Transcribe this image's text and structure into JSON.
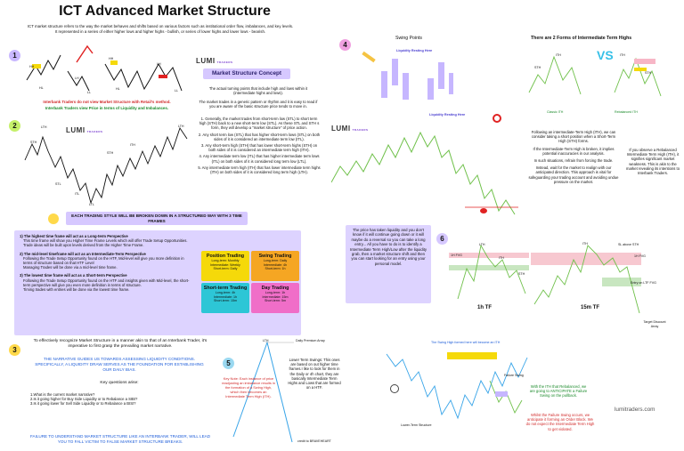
{
  "title": "ICT Advanced Market Structure",
  "intro": "ICT market structure refers to the way the market behaves and shifts based on various factors such as institutional order flow, imbalances, and key levels. It represented in a series of either higher lows and higher highs - bullish, or series of lower highs and lower lows - bearish.",
  "brand": {
    "name": "LUMI",
    "sub": "TRADERS"
  },
  "section1": {
    "number": "1",
    "labels": {
      "hh": "HH",
      "hl": "HL",
      "lh": "LH",
      "ll": "LL"
    },
    "note_red": "Interbank Traders do not view Market Structure with Retail's method.",
    "note_green": "Interbank Traders view Price in terms of Liquidity and Imbalances."
  },
  "concept": {
    "heading": "Market Structure Concept",
    "p1": "The actual turning points that include high and lows within it (intermediate highs and lows).",
    "p2": "The market trades in a generic pattern or rhythm and it is easy to read if you are aware of the basic structure price tends to move in.",
    "items": [
      "1. Generally, the market trades from short-term low (STL) to short term high (STH) back to a new short-term low (STL). As these STL and STH s form, they will develop a \"market structure\" of price action.",
      "2. Any short term low (STL) that has higher short-term lows (STL) on both sides of it is considered an intermediate term low (ITL).",
      "3. Any short-term high (STH) that has lower short-term highs (STH) on both sides of it is considered an intermediate term high (ITH).",
      "4. Any intermediate term low (ITL) that has higher intermediate term lows (ITL) on both sides of it is considered long term low (LTL).",
      "5. Any intermediate term high (ITH) that has lower intermediate term highs (ITH) on both sides of it is considered long term high (LTH)."
    ]
  },
  "section2": {
    "number": "2",
    "labels": {
      "lth": "LTH",
      "sth": "STH",
      "ith": "ITH",
      "stl": "STL",
      "itl": "ITL",
      "ltl": "LTL"
    }
  },
  "banner": "EACH TRADING STYLE WILL BE BROKEN DOWN IN A STRUCTURED WAY WITH 3 TIME FRAMES",
  "timeframes": {
    "items": [
      {
        "head": "1) The highest time frame will act as a Long-term Perspective",
        "lines": [
          "This time frame will show you Higher Time Frame Levels which will offer Trade Setup Opportunities.",
          "Trade ideas will be built upon levels derived from the Higher Time Frame."
        ]
      },
      {
        "head": "2) The mid-level timeframe will act as an Intermediate-Term Perspective",
        "lines": [
          "Following the Trade Setup Opportunity found on the HTF, Mid-level will give you more definition in terms of structure based on that HTF Level",
          "Managing Trades will be done via a mid-level time frame."
        ]
      },
      {
        "head": "3) The lowest time frame will act as a Short-term Perspective",
        "lines": [
          "Following the Trade Setup Opportunity found on the HTF and insights given with Mid-level, the short-term perspective will give you even more definition in terms of structure.",
          "Timing trades with entries will be done via the lowest time frame."
        ]
      }
    ]
  },
  "styles": [
    {
      "name": "Position Trading",
      "a": "Long-term: Monthly",
      "b": "Intermediate: Weekly",
      "c": "Short-term: Daily",
      "color": "#f5d90a"
    },
    {
      "name": "Swing Trading",
      "a": "Long-term: Daily",
      "b": "Intermediate: 4h",
      "c": "Short-term: 1h",
      "color": "#f5a623"
    },
    {
      "name": "Short-term Trading",
      "a": "Long-term: 4h",
      "b": "Intermediate: 1h",
      "c": "Short-term: 15m",
      "color": "#2dc6d6"
    },
    {
      "name": "Day Trading",
      "a": "Long-term: 1h",
      "b": "Intermediate: 15m",
      "c": "Short-term: 5m",
      "color": "#f06ec8"
    }
  ],
  "section3": {
    "number": "3",
    "p1": "To effectively recognize Market Structure in a manner akin to that of an Interbank Trader, it's imperative to first grasp the prevailing market narrative.",
    "p2": "THE NARRATIVE GUIDES US TOWARDS ASSESSING LIQUIDITY CONDITIONS. SPECIFICALLY, A LIQUIDITY DRAW SERVES AS THE FOUNDATION FOR ESTABLISHING OUR DAILY BIAS.",
    "q_head": "Key questions arise:",
    "q1": "1.What is the current market narrative?",
    "q2": "2.Is it going higher for Buy Side Liquidity or to Rebalance a SIBI?",
    "q3": "3.Is it going lower for Sell Side Liquidity or to Rebalance a BISI?",
    "warn": "FAILURE TO UNDERSTAND MARKET STRUCTURE LIKE AN INTERBANK TRADER, WILL LEAD YOU TO FALL VICTIM TO FALSE MARKET STRUCTURE BREAKS."
  },
  "section4": {
    "number": "4",
    "swing_title": "Swing Points",
    "liq_high": "Liquidity Resting Here",
    "liq_low": "Liquidity Resting Here",
    "forms_title": "There are 2 Forms of Intermediate Term Highs",
    "vs": "VS",
    "labels": {
      "sth": "STH",
      "ith": "ITH",
      "classic": "Classic ITH",
      "rebal": "Rebalanced ITH"
    },
    "notes": [
      "Following an intermediate-Term High (ITH), we can consider taking a short position when a Short-Term High (STH) forms.",
      "If the Intermediate-Term High is broken, it implies potential inaccuracies in our analysis.",
      "In such situations, refrain from forcing the trade.",
      "Instead, wait for the market to realign with our anticipated direction. This approach is vital for safeguarding your trading account and avoiding undue pressure on the market."
    ],
    "rebal_note": "If you observe a Rebalanced Intermediate Term High (ITH), it signifies significant market weakness. This is akin to the market revealing its intentions to Interbank Traders."
  },
  "bubble": "The price has taken liquidity and you don't know if it will continue going down or it will maybe do a reversal so you can take a long entry... All you have to do is to identify a Intermediate Term High/Low after the liquidity grab, then a market structure shift and then you can start looking for an entry using your personal model.",
  "section6": {
    "number": "6",
    "tf1": "1h TF",
    "tf2": "15m TF",
    "labels": {
      "lth": "LTH",
      "ith": "ITH",
      "sth": "STH",
      "h1_fvg": "1H FVG",
      "h1_fvg2": "1H FVG",
      "sl": "SL above STH",
      "entry": "Entry on LTF FVG",
      "target": "Target Discount Array"
    }
  },
  "section5": {
    "number": "5",
    "lth": "LTH",
    "daily_level": "Daily Premium Array",
    "key_note": "Key Note: Each instance of price readjusting an imbalance results in the formation of a Swing High, which then becomes an Intermediate Term High (ITH).",
    "body": "Lower Term Swings: This ones are based on out higher time frames.I like to look for them in the Daily or 4h chart, they are basically Intermediate Term Highs and Lows that are formed on a HTF.",
    "credit": "credit to BRAVEHEART"
  },
  "bottom_right": {
    "top_label": "The Swing High formed here will become an ITH",
    "fs": "Failure Swing",
    "note_green": "With the ITH that Rebalanced, we are going to ANTICIPATE a Failure Swing on the pullback.",
    "note_red": "Whilst the Failure Swing occurs, we anticipate it forming an Order Block. We do not expect the Intermediate Term High to get violated.",
    "lower": "Lower-Term Structure",
    "site": "lumitraders.com"
  }
}
